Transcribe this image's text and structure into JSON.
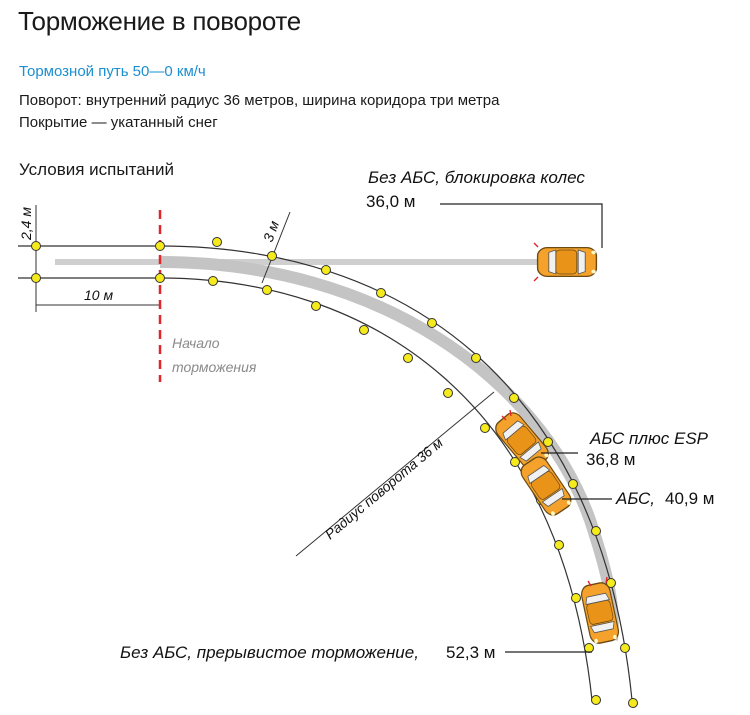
{
  "header": {
    "title": "Торможение в повороте",
    "subtitle": "Тормозной путь 50—0 км/ч",
    "line1": "Поворот: внутренний радиус 36 метров, ширина коридора три метра",
    "line2": "Покрытие — укатанный снег"
  },
  "diagram": {
    "section_title": "Условия испытаний",
    "dim_width": "2,4 м",
    "dim_length": "10 м",
    "corridor_width": "3 м",
    "brake_start_line1": "Начало",
    "brake_start_line2": "торможения",
    "radius_label": "Радиус поворота 36 м",
    "results": [
      {
        "label": "Без АБС, блокировка колес",
        "distance": "36,0 м"
      },
      {
        "label": "АБС плюс ESP",
        "distance": "36,8 м"
      },
      {
        "label": "АБС,",
        "distance": "40,9 м"
      },
      {
        "label": "Без АБС, прерывистое торможение,",
        "distance": "52,3 м"
      }
    ],
    "colors": {
      "accent_blue": "#1b8fd0",
      "brake_line": "#e0262b",
      "cone": "#f5ea1c",
      "car": "#f4a22b",
      "track": "#c8c8c8"
    }
  }
}
